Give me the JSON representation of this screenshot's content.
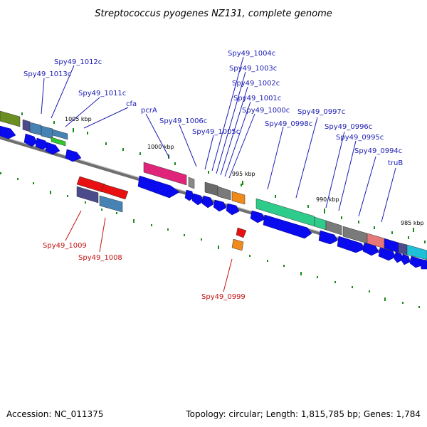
{
  "title": "Streptococcus pyogenes NZ131, complete genome",
  "accession": "Accession: NC_011375",
  "topology": "Topology: circular; Length: 1,815,785 bp; Genes: 1,784",
  "scale_labels": [
    "1005 kbp",
    "1000 kbp",
    "995 kbp",
    "990 kbp",
    "985 kbp"
  ],
  "colors": {
    "plus_label": "#1c1cb4",
    "minus_label": "#c41414",
    "cds": "#0a0aee",
    "backbone": "#7a7a7a",
    "tick": "#1a8a1a"
  },
  "plus_strand_labels": [
    "Spy49_1004c",
    "Spy49_1003c",
    "Spy49_1012c",
    "Spy49_1002c",
    "Spy49_1013c",
    "Spy49_1001c",
    "Spy49_1011c",
    "Spy49_1000c",
    "cfa",
    "pcrA",
    "Spy49_0997c",
    "Spy49_1006c",
    "Spy49_0998c",
    "Spy49_1005c",
    "Spy49_0996c",
    "Spy49_0995c",
    "Spy49_0994c",
    "truB"
  ],
  "minus_strand_labels": [
    "Spy49_1009",
    "Spy49_1008",
    "Spy49_0999"
  ]
}
